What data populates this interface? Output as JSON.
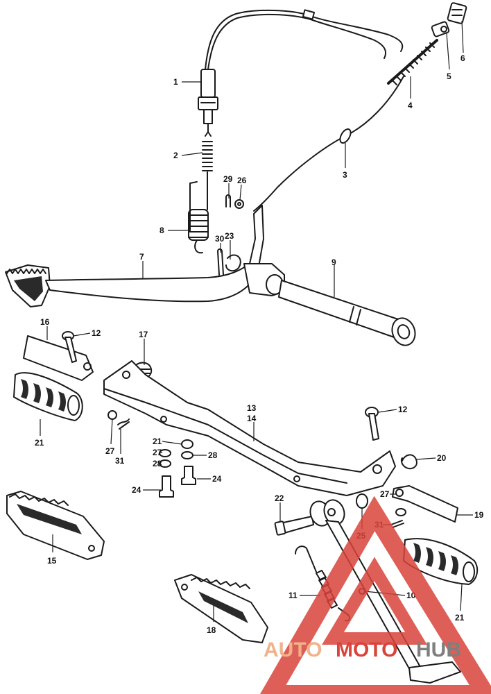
{
  "callouts": [
    {
      "id": "c1",
      "text": "1"
    },
    {
      "id": "c2",
      "text": "2"
    },
    {
      "id": "c3",
      "text": "3"
    },
    {
      "id": "c4",
      "text": "4"
    },
    {
      "id": "c5",
      "text": "5"
    },
    {
      "id": "c6",
      "text": "6"
    },
    {
      "id": "c7",
      "text": "7"
    },
    {
      "id": "c8",
      "text": "8"
    },
    {
      "id": "c9",
      "text": "9"
    },
    {
      "id": "c10",
      "text": "10"
    },
    {
      "id": "c11",
      "text": "11"
    },
    {
      "id": "c12a",
      "text": "12"
    },
    {
      "id": "c12b",
      "text": "12"
    },
    {
      "id": "c13",
      "text": "13"
    },
    {
      "id": "c14",
      "text": "14"
    },
    {
      "id": "c15",
      "text": "15"
    },
    {
      "id": "c16",
      "text": "16"
    },
    {
      "id": "c17",
      "text": "17"
    },
    {
      "id": "c18",
      "text": "18"
    },
    {
      "id": "c19",
      "text": "19"
    },
    {
      "id": "c20",
      "text": "20"
    },
    {
      "id": "c21a",
      "text": "21"
    },
    {
      "id": "c21b",
      "text": "21"
    },
    {
      "id": "c21c",
      "text": "21"
    },
    {
      "id": "c22",
      "text": "22"
    },
    {
      "id": "c23",
      "text": "23"
    },
    {
      "id": "c24a",
      "text": "24"
    },
    {
      "id": "c24b",
      "text": "24"
    },
    {
      "id": "c25",
      "text": "25"
    },
    {
      "id": "c26",
      "text": "26"
    },
    {
      "id": "c27a",
      "text": "27"
    },
    {
      "id": "c27b",
      "text": "27"
    },
    {
      "id": "c27c",
      "text": "27"
    },
    {
      "id": "c28a",
      "text": "28"
    },
    {
      "id": "c28b",
      "text": "28"
    },
    {
      "id": "c29",
      "text": "29"
    },
    {
      "id": "c30",
      "text": "30"
    },
    {
      "id": "c31a",
      "text": "31"
    },
    {
      "id": "c31b",
      "text": "31"
    }
  ],
  "watermark": {
    "part1": "AUTO",
    "part2": "MOTO",
    "part3": "HUB",
    "color_light": "#f0b28a",
    "color_red": "#d9443a",
    "color_dark": "#7f7f7f"
  }
}
